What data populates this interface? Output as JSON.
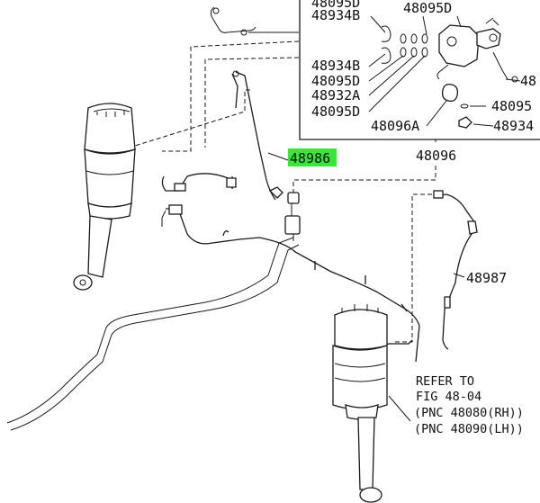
{
  "highlight_color": "#39e639",
  "labels": {
    "inset_48095d_top": "48095D",
    "inset_48934b_1": "48934B",
    "inset_48095d_2": "48095D",
    "inset_48934b_2": "48934B",
    "inset_48095d_3": "48095D",
    "inset_48932a": "48932A",
    "inset_48095d_4": "48095D",
    "inset_48096a": "48096A",
    "inset_48096": "48096",
    "inset_48095_right": "48095",
    "inset_48934_right": "48934",
    "inset_48_right": "48",
    "part_48986": "48986",
    "part_48987": "48987"
  },
  "refer": {
    "line1": "REFER TO",
    "line2": "FIG 48-04",
    "line3": "(PNC 48080(RH))",
    "line4": "(PNC 48090(LH))"
  }
}
